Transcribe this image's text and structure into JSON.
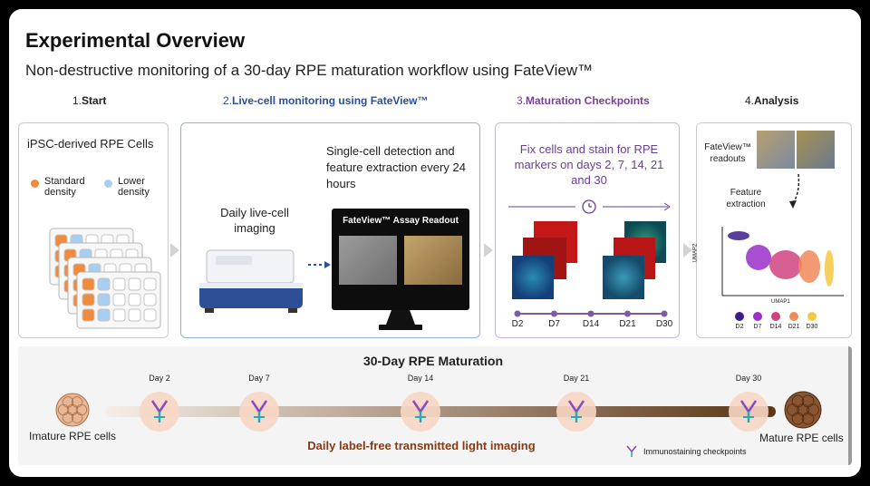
{
  "header": {
    "title": "Experimental Overview",
    "subtitle": "Non-destructive monitoring of a 30-day RPE maturation workflow using FateView™"
  },
  "sections": [
    {
      "number": "1.",
      "label": "Start",
      "color": "#222222"
    },
    {
      "number": "2.",
      "label": "Live-cell monitoring using FateView™",
      "color": "#2a4e9a"
    },
    {
      "number": "3.",
      "label": "Maturation Checkpoints",
      "color": "#7b3e9c"
    },
    {
      "number": "4.",
      "label": "Analysis",
      "color": "#222222"
    }
  ],
  "start": {
    "heading": "iPSC-derived RPE Cells",
    "legend": [
      {
        "label": "Standard density",
        "color": "#f08a3c"
      },
      {
        "label": "Lower density",
        "color": "#a9cff0"
      }
    ]
  },
  "live": {
    "imaging_label": "Daily live-cell imaging",
    "detection_label": "Single-cell detection and feature extraction every 24 hours",
    "monitor_title": "FateView™ Assay Readout"
  },
  "checkpoints": {
    "text": "Fix cells and stain for RPE markers on days 2, 7, 14, 21 and 30",
    "days": [
      "D2",
      "D7",
      "D14",
      "D21",
      "D30"
    ],
    "accent": "#7b5aa6"
  },
  "analysis": {
    "readouts_label": "FateView™ readouts",
    "feature_label": "Feature extraction",
    "xlabel": "UMAP1",
    "ylabel": "UMAP2",
    "legend": [
      {
        "label": "D2",
        "color": "#3b1c8c"
      },
      {
        "label": "D7",
        "color": "#9a2fc9"
      },
      {
        "label": "D14",
        "color": "#d1437f"
      },
      {
        "label": "D21",
        "color": "#f08a5a"
      },
      {
        "label": "D30",
        "color": "#f5c842"
      }
    ]
  },
  "timeline": {
    "title": "30-Day RPE Maturation",
    "start_label": "Imature RPE cells",
    "end_label": "Mature RPE cells",
    "imaging_label": "Daily label-free transmitted light imaging",
    "immuno_label": "Immunostaining checkpoints",
    "days": [
      "Day 2",
      "Day 7",
      "Day 14",
      "Day 21",
      "Day 30"
    ]
  }
}
